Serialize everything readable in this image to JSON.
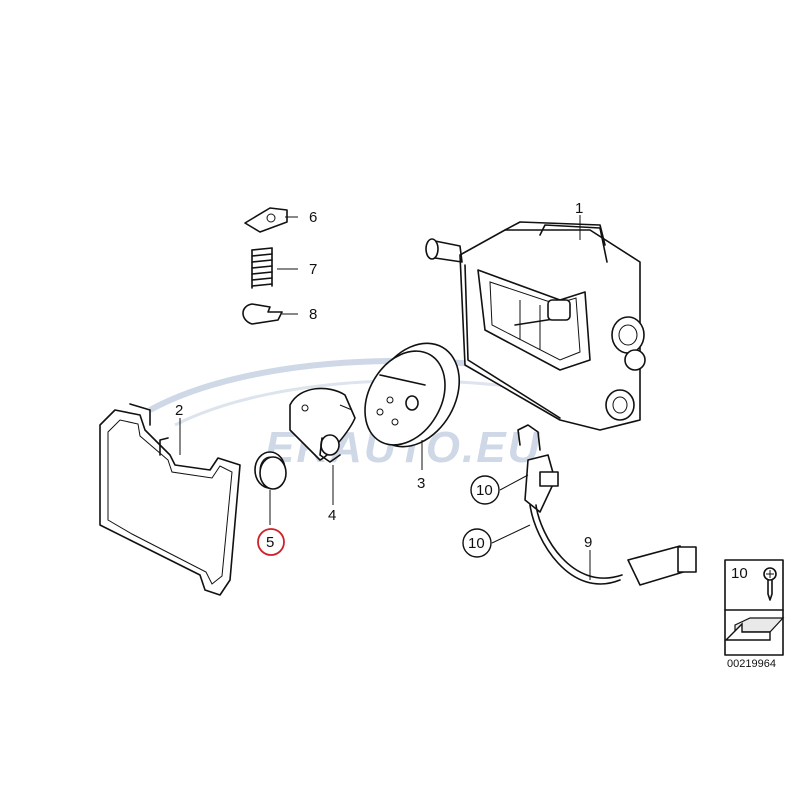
{
  "diagram": {
    "watermark": "EKAUTO.EU",
    "callouts": [
      {
        "id": "c1",
        "label": "1",
        "style": "plain"
      },
      {
        "id": "c2",
        "label": "2",
        "style": "plain"
      },
      {
        "id": "c3",
        "label": "3",
        "style": "plain"
      },
      {
        "id": "c4",
        "label": "4",
        "style": "plain"
      },
      {
        "id": "c5",
        "label": "5",
        "style": "circled-highlight"
      },
      {
        "id": "c6",
        "label": "6",
        "style": "plain"
      },
      {
        "id": "c7",
        "label": "7",
        "style": "plain"
      },
      {
        "id": "c8",
        "label": "8",
        "style": "plain"
      },
      {
        "id": "c9",
        "label": "9",
        "style": "plain"
      },
      {
        "id": "c10a",
        "label": "10",
        "style": "circled"
      },
      {
        "id": "c10b",
        "label": "10",
        "style": "circled"
      }
    ],
    "legend_box": {
      "number": "10",
      "icon": "screw-icon",
      "arrow_icon": "direction-arrow-icon"
    },
    "part_number": "00219964",
    "colors": {
      "line": "#111111",
      "highlight": "#d0202a",
      "watermark": "#cfd8e6"
    }
  }
}
